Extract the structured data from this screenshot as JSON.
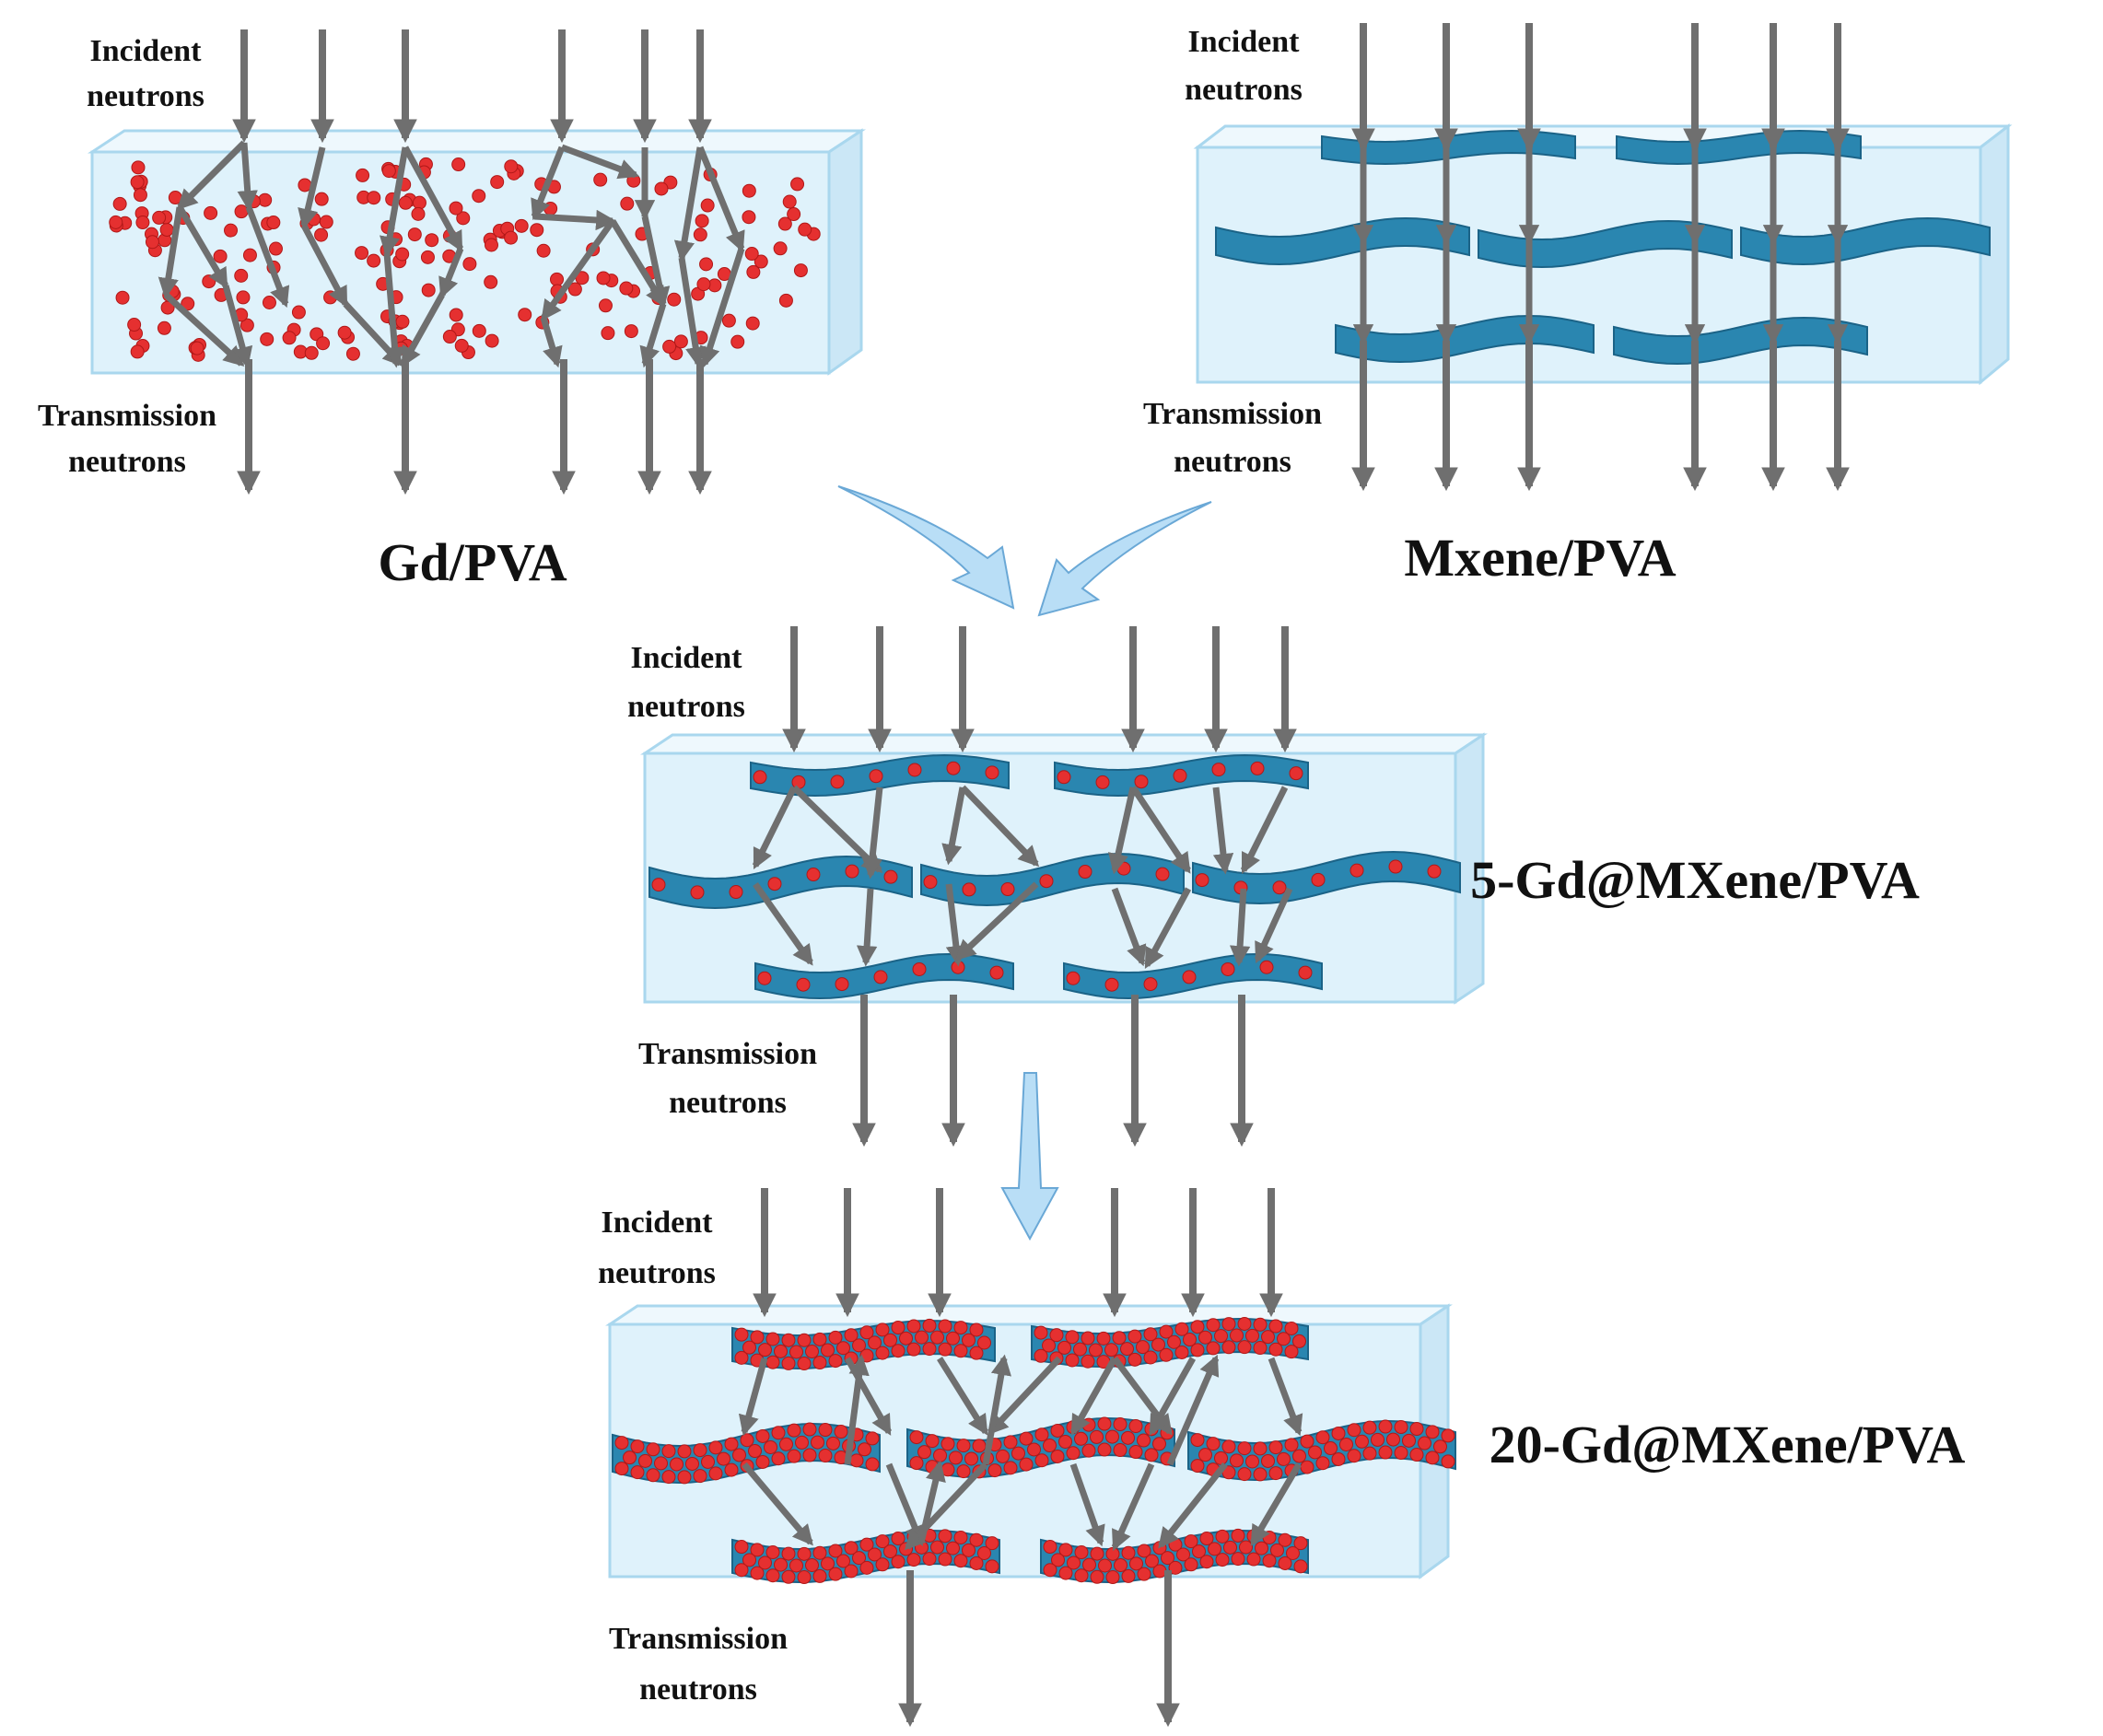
{
  "labels": {
    "incident": [
      "Incident",
      "neutrons"
    ],
    "transmission": [
      "Transmission",
      "neutrons"
    ]
  },
  "panels": {
    "gd_pva": {
      "name": "Gd/PVA"
    },
    "mxene_pva": {
      "name": "Mxene/PVA"
    },
    "gd5": {
      "name": "5-Gd@MXene/PVA"
    },
    "gd20": {
      "name": "20-Gd@MXene/PVA"
    }
  },
  "colors": {
    "matrix_fill": "#dff2fb",
    "matrix_edge": "#a9d7ee",
    "mxene": "#2a86b0",
    "mxene_dark": "#1b6387",
    "gd_particle": "#e53030",
    "arrow": "#6f6f6f",
    "flow_arrow": "#b9def6",
    "flow_arrow_edge": "#6aa8d6"
  },
  "icons": [
    "neutron-arrow",
    "gd-particle",
    "mxene-sheet",
    "flow-arrow"
  ]
}
